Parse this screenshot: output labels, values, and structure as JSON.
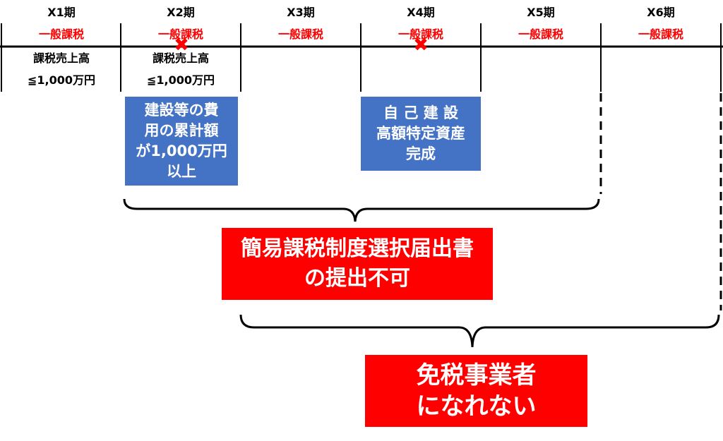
{
  "colors": {
    "tax_type_red": "#ff0000",
    "blue_box": "#4472c4",
    "red_box": "#ff0000",
    "line": "#000000"
  },
  "periods": [
    {
      "label": "X1期",
      "tax_type": "一般課税"
    },
    {
      "label": "X2期",
      "tax_type": "一般課税"
    },
    {
      "label": "X3期",
      "tax_type": "一般課税"
    },
    {
      "label": "X4期",
      "tax_type": "一般課税"
    },
    {
      "label": "X5期",
      "tax_type": "一般課税"
    },
    {
      "label": "X6期",
      "tax_type": "一般課税"
    }
  ],
  "conditions": {
    "x1": [
      "課税売上高",
      "≦1,000万円"
    ],
    "x2": [
      "課税売上高",
      "≦1,000万円"
    ]
  },
  "cross_mark": "✖",
  "events": {
    "construction_cost": [
      "建設等の費",
      "用の累計額",
      "が1,000万円",
      "以上"
    ],
    "self_built_asset": [
      "自 己 建 設",
      "高額特定資産",
      "完成"
    ]
  },
  "results": {
    "simplified_tax": [
      "簡易課税制度選択届出書",
      "の提出不可"
    ],
    "tax_exempt": [
      "免税事業者",
      "になれない"
    ]
  }
}
